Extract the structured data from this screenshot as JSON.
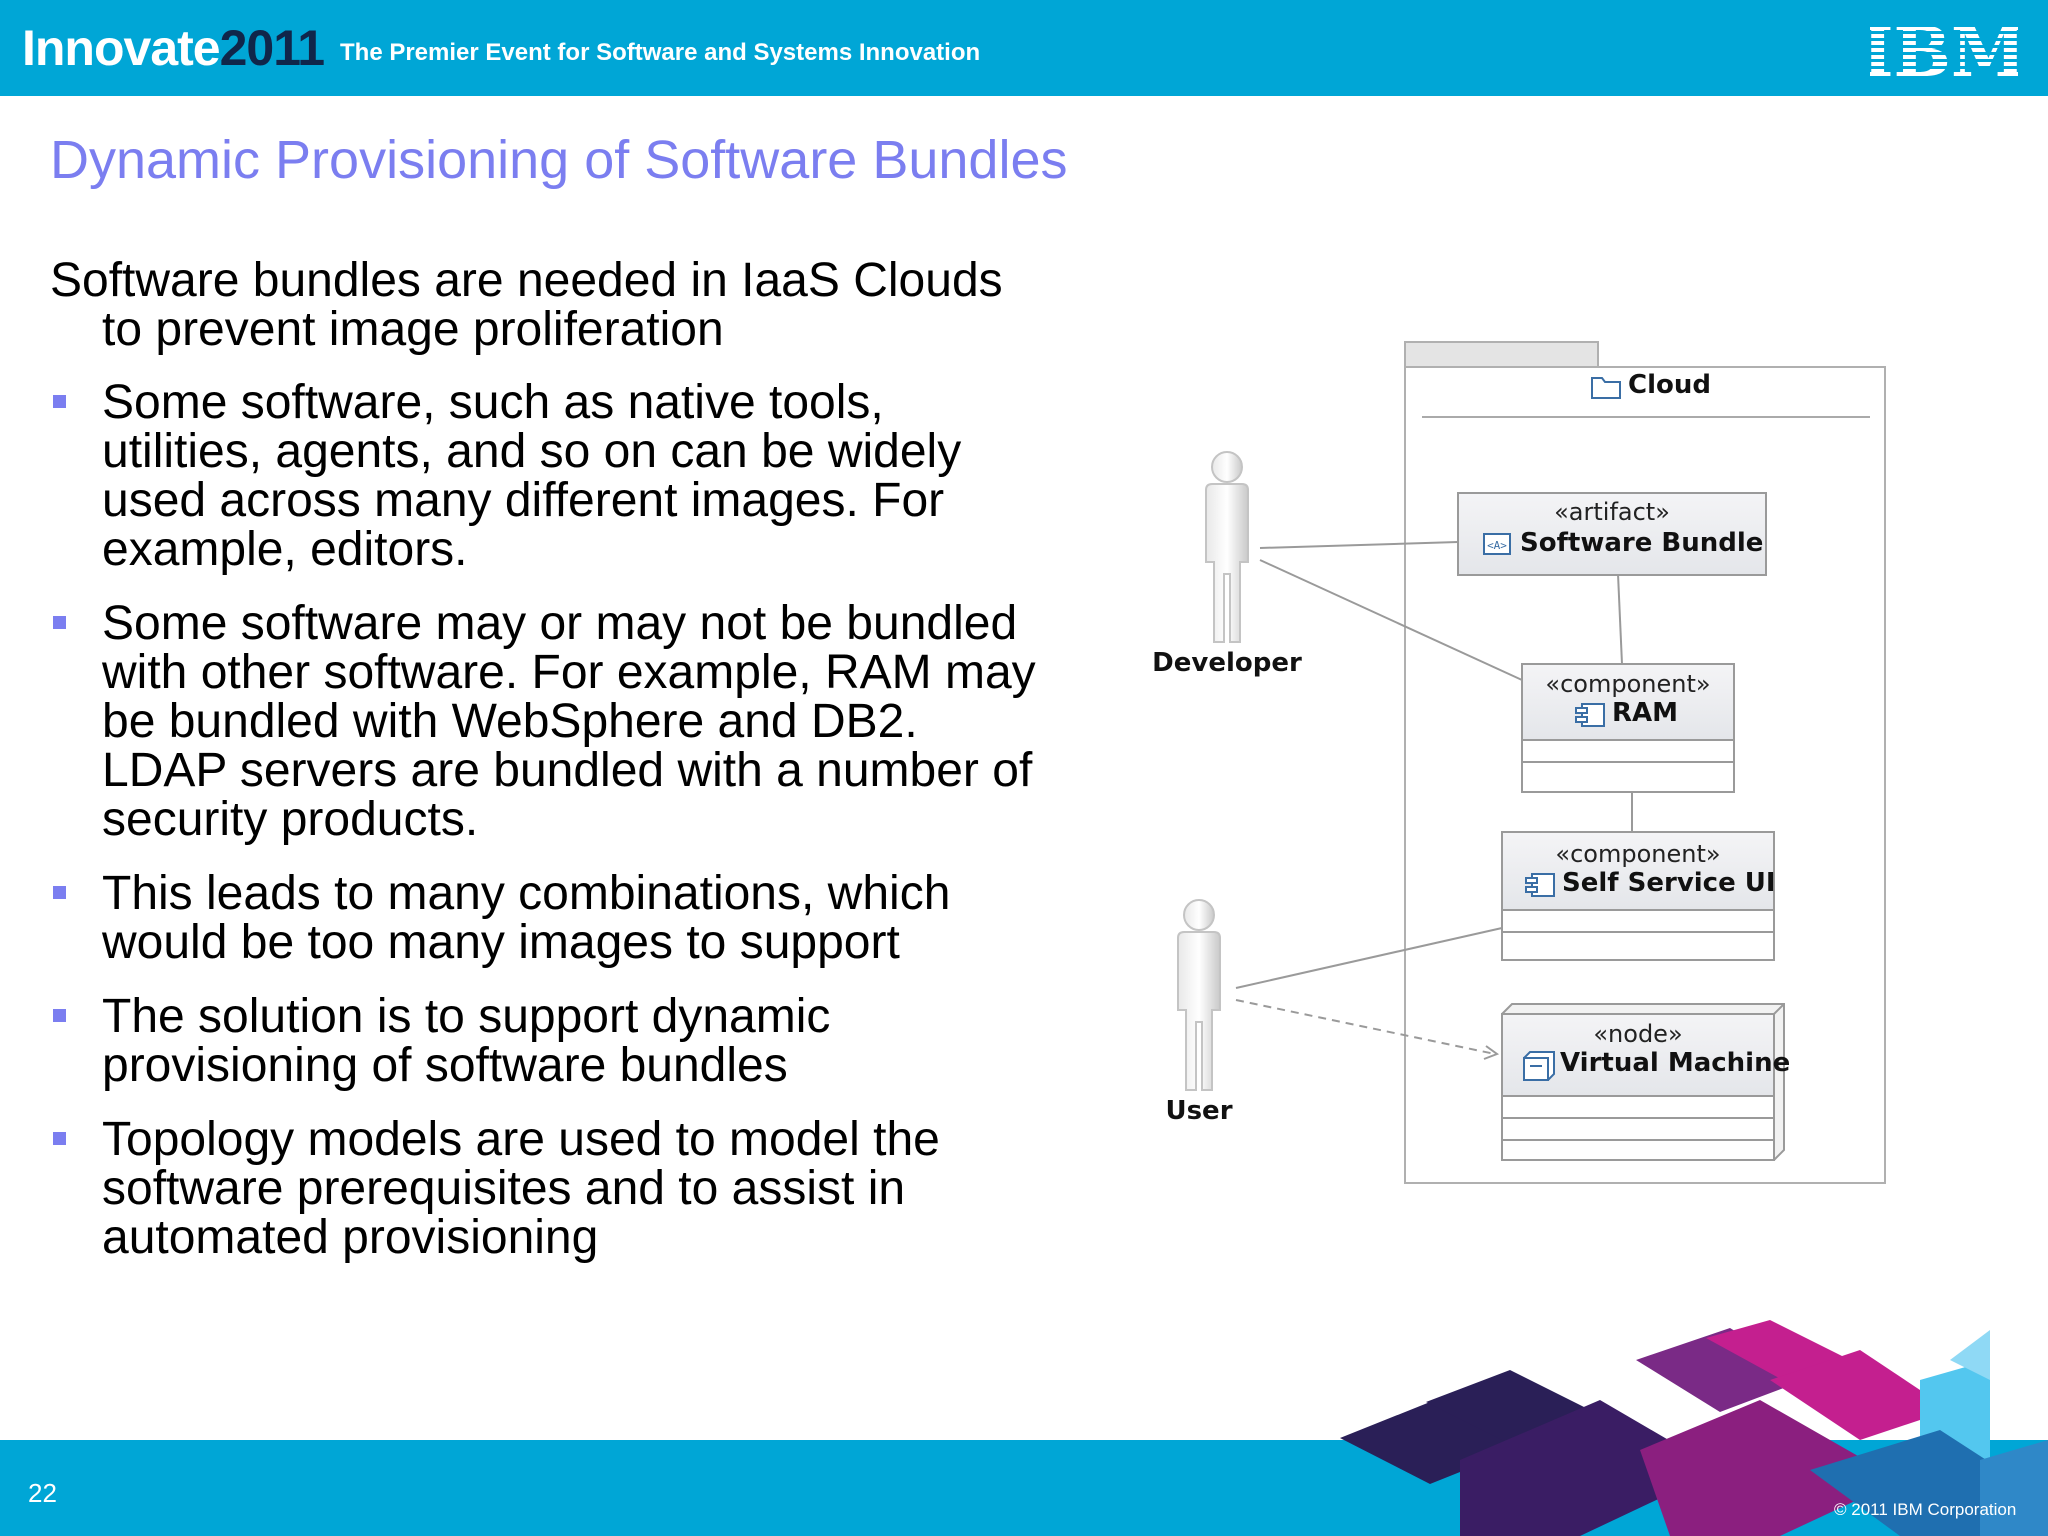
{
  "header": {
    "brand_part1": "Innovate",
    "brand_part2": "2011",
    "tagline": "The Premier Event for Software and Systems Innovation",
    "logo_text": "IBM"
  },
  "slide": {
    "title": "Dynamic Provisioning of Software Bundles",
    "intro": "Software bundles are needed in IaaS Clouds to prevent image proliferation",
    "bullets": [
      "Some software, such as native tools, utilities, agents, and so on can be widely used across many different images.  For example, editors.",
      "Some software may or may not be bundled with other software.  For example, RAM may be bundled with WebSphere and DB2.  LDAP servers are bundled with a number of security products.",
      "This leads to many combinations, which would be too many images to support",
      "The solution is to support dynamic provisioning of software bundles",
      "Topology models are used to model the software prerequisites and to assist in automated provisioning"
    ]
  },
  "diagram": {
    "package": {
      "name": "Cloud",
      "icon": "folder-icon"
    },
    "elements": [
      {
        "stereotype": "«artifact»",
        "name": "Software Bundle",
        "icon": "artifact-icon"
      },
      {
        "stereotype": "«component»",
        "name": "RAM",
        "icon": "component-icon"
      },
      {
        "stereotype": "«component»",
        "name": "Self Service UI",
        "icon": "component-icon"
      },
      {
        "stereotype": "«node»",
        "name": "Virtual Machine",
        "icon": "node-icon"
      }
    ],
    "actors": [
      {
        "name": "Developer",
        "icon": "actor-icon"
      },
      {
        "name": "User",
        "icon": "actor-icon"
      }
    ]
  },
  "footer": {
    "page_number": "22",
    "copyright": "© 2011 IBM Corporation"
  },
  "colors": {
    "header_bar": "#00a6d6",
    "title": "#7b7ef0",
    "bullet": "#7b7ef0",
    "brand_dark": "#10264a",
    "diagram_line": "#9a9a9a"
  }
}
